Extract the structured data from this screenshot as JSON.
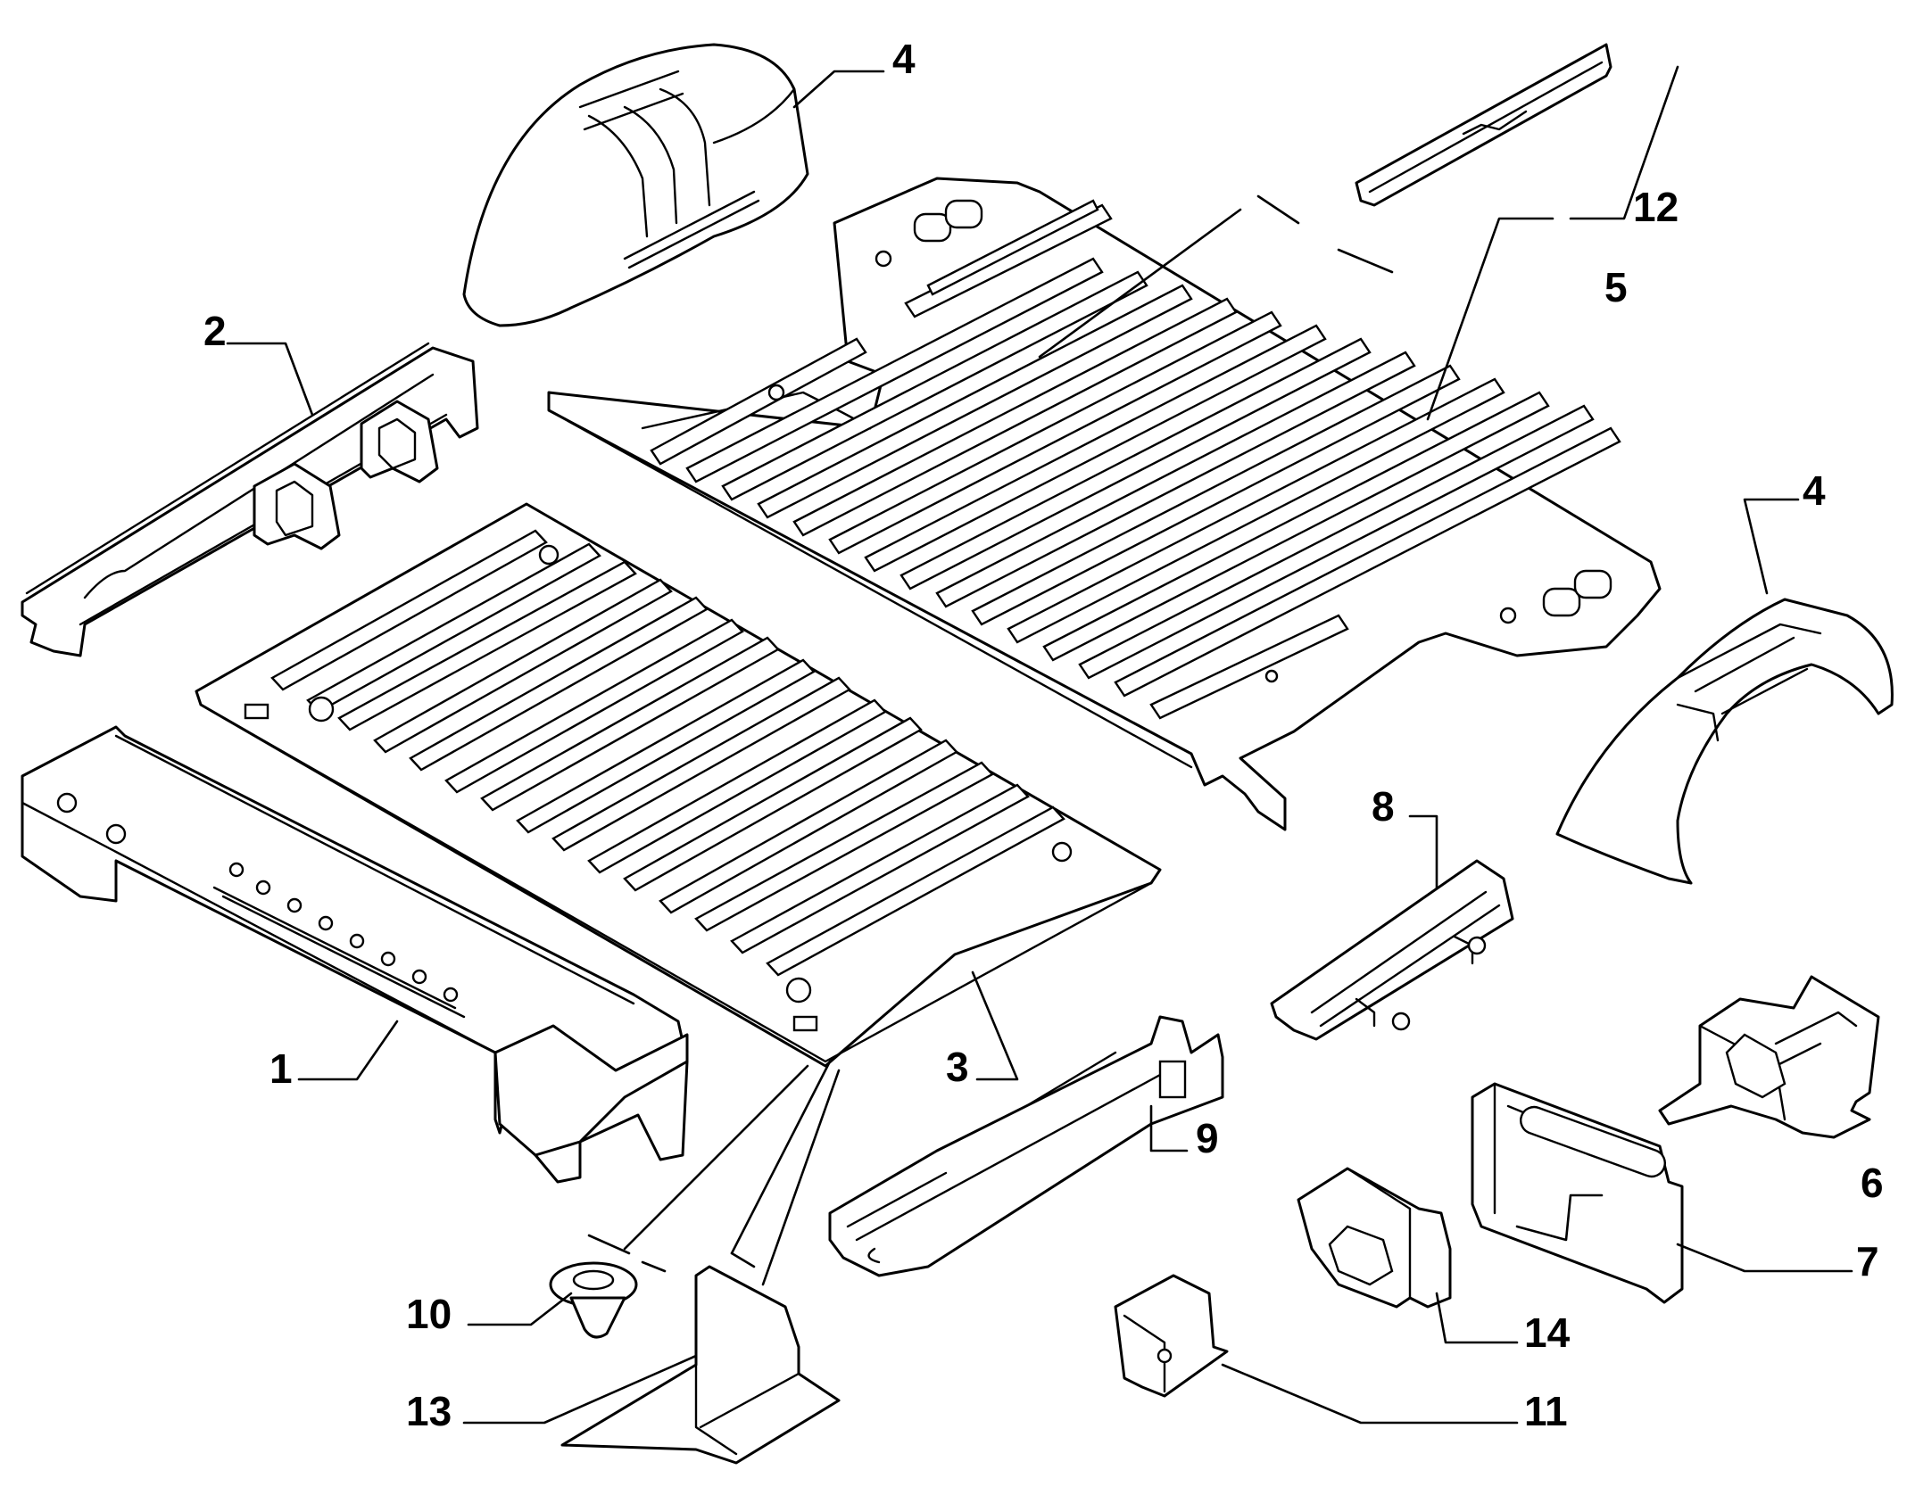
{
  "diagram": {
    "background": "#ffffff",
    "line_color": "#000000",
    "callouts": [
      {
        "id": "c1",
        "label": "1"
      },
      {
        "id": "c2",
        "label": "2"
      },
      {
        "id": "c3",
        "label": "3"
      },
      {
        "id": "c4a",
        "label": "4"
      },
      {
        "id": "c4b",
        "label": "4"
      },
      {
        "id": "c5",
        "label": "5"
      },
      {
        "id": "c6",
        "label": "6"
      },
      {
        "id": "c7",
        "label": "7"
      },
      {
        "id": "c8",
        "label": "8"
      },
      {
        "id": "c9",
        "label": "9"
      },
      {
        "id": "c10",
        "label": "10"
      },
      {
        "id": "c11",
        "label": "11"
      },
      {
        "id": "c12",
        "label": "12"
      },
      {
        "id": "c13",
        "label": "13"
      },
      {
        "id": "c14",
        "label": "14"
      }
    ]
  }
}
